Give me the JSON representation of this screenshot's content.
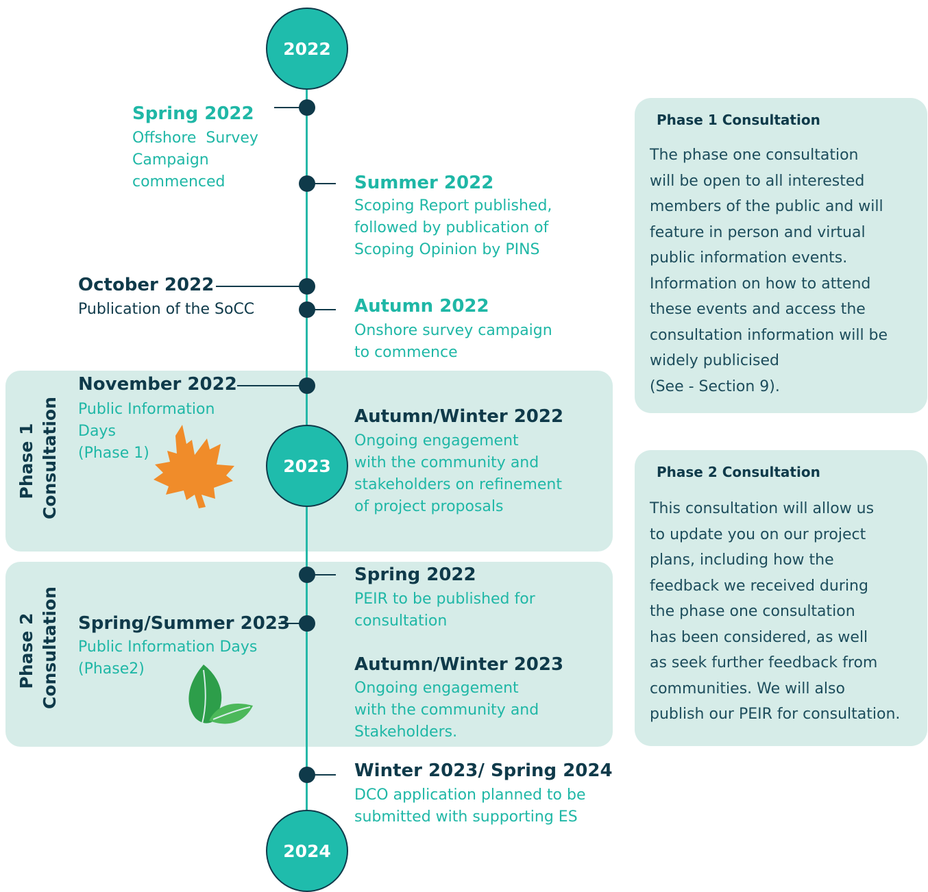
{
  "years": {
    "y2022": "2022",
    "y2023": "2023",
    "y2024": "2024"
  },
  "phase_labels": {
    "phase1": {
      "line1": "Phase 1",
      "line2": "Consultation"
    },
    "phase2": {
      "line1": "Phase 2",
      "line2": "Consultation"
    }
  },
  "events": {
    "spring2022": {
      "title": "Spring 2022",
      "lines": [
        "Offshore  Survey",
        "Campaign",
        "commenced"
      ]
    },
    "summer2022": {
      "title": "Summer 2022",
      "lines": [
        "Scoping Report published,",
        "followed by publication of",
        "Scoping Opinion by PINS"
      ]
    },
    "october2022": {
      "title": "October 2022",
      "lines": [
        "Publication of the SoCC"
      ]
    },
    "autumn2022": {
      "title": "Autumn 2022",
      "lines": [
        "Onshore survey campaign",
        "to commence"
      ]
    },
    "november2022": {
      "title": "November 2022",
      "lines": [
        "Public Information",
        "Days",
        "(Phase 1)"
      ]
    },
    "autumnwinter2022": {
      "title": "Autumn/Winter 2022",
      "lines": [
        "Ongoing engagement",
        "with the community and",
        "stakeholders on refinement",
        "of project proposals"
      ]
    },
    "spring2022b": {
      "title": "Spring 2022",
      "lines": [
        "PEIR to be published for",
        "consultation"
      ]
    },
    "springsummer2023": {
      "title": "Spring/Summer 2023",
      "lines": [
        "Public Information Days",
        "(Phase2)"
      ]
    },
    "autumnwinter2023": {
      "title": "Autumn/Winter 2023",
      "lines": [
        "Ongoing engagement",
        "with the community and",
        "Stakeholders."
      ]
    },
    "winter2023": {
      "title": "Winter 2023/ Spring 2024",
      "lines": [
        "DCO application planned to be",
        "submitted with supporting ES"
      ]
    }
  },
  "side_boxes": {
    "phase1": {
      "title": "Phase 1 Consultation",
      "lines": [
        "The phase one consultation",
        "will be open to all interested",
        "members of the public and will",
        "feature in person and virtual",
        "public information events.",
        "Information on how to attend",
        "these events and access the",
        "consultation information will be",
        "widely publicised",
        "(See - Section 9)."
      ]
    },
    "phase2": {
      "title": "Phase 2 Consultation",
      "lines": [
        "This consultation will allow us",
        "to update you on our project",
        "plans, including how the",
        "feedback we received during",
        "the phase one consultation",
        "has been considered, as well",
        "as seek further feedback from",
        "communities. We will also",
        "publish our PEIR for consultation."
      ]
    }
  },
  "icons": {
    "autumn": "maple-leaf-icon",
    "spring": "green-leaves-icon"
  },
  "colors": {
    "teal": "#1fbcac",
    "dark": "#0f3a4a",
    "band": "#d6ece8",
    "orange": "#f08c2a",
    "green": "#2d9e4a"
  }
}
